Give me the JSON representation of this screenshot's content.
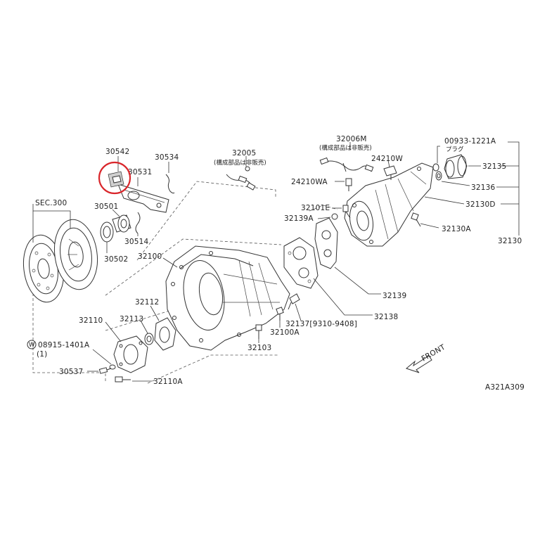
{
  "diagram": {
    "code": "A321A309",
    "front_label": "FRONT",
    "highlight_color": "#d9262b",
    "labels": {
      "p30542": "30542",
      "p30534": "30534",
      "p30531": "30531",
      "p32005": "32005",
      "p32005_note": "(構成部品は非販売)",
      "p32006M": "32006M",
      "p32006M_note": "(構成部品は非販売)",
      "p24210W": "24210W",
      "p24210WA": "24210WA",
      "p00933": "00933-1221A",
      "p00933_note": "プラグ",
      "p32135": "32135",
      "p32136": "32136",
      "p32130D": "32130D",
      "p32130A": "32130A",
      "p32130": "32130",
      "p32101E": "32101E",
      "p32139A": "32139A",
      "p32139": "32139",
      "p32138": "32138",
      "p32137": "32137[9310-9408]",
      "p32100A": "32100A",
      "p32103": "32103",
      "p32100": "32100",
      "p30501": "30501",
      "p30514": "30514",
      "p30502": "30502",
      "sec300": "SEC.300",
      "p32112": "32112",
      "p32113": "32113",
      "p32110": "32110",
      "p08915": "08915-1401A",
      "p08915_qty": "(1)",
      "washer_mark": "W",
      "p30537": "30537",
      "p32110A": "32110A"
    }
  }
}
